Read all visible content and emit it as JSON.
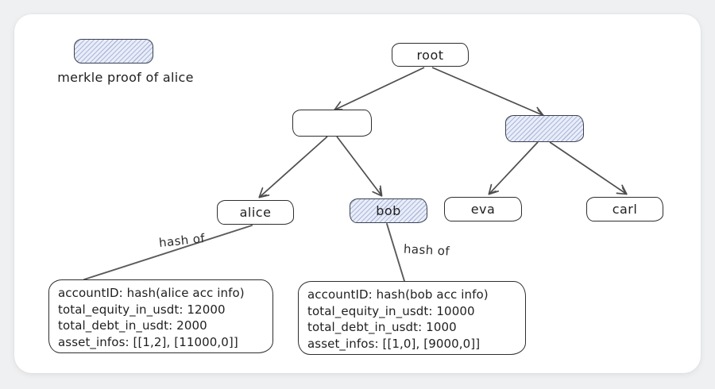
{
  "legend": {
    "label": "merkle proof of alice"
  },
  "tree": {
    "root": {
      "label": "root",
      "highlighted": false
    },
    "internal_left": {
      "label": "",
      "highlighted": false
    },
    "internal_right": {
      "label": "",
      "highlighted": true
    },
    "leaves": {
      "alice": {
        "label": "alice",
        "highlighted": false
      },
      "bob": {
        "label": "bob",
        "highlighted": true
      },
      "eva": {
        "label": "eva",
        "highlighted": false
      },
      "carl": {
        "label": "carl",
        "highlighted": false
      }
    }
  },
  "edge_labels": {
    "alice_hash_of": "hash of",
    "bob_hash_of": "hash of"
  },
  "account_boxes": {
    "alice": {
      "lines": [
        "accountID: hash(alice acc info)",
        "total_equity_in_usdt: 12000",
        "total_debt_in_usdt: 2000",
        "asset_infos: [[1,2], [11000,0]]"
      ]
    },
    "bob": {
      "lines": [
        "accountID: hash(bob acc info)",
        "total_equity_in_usdt: 10000",
        "total_debt_in_usdt: 1000",
        "asset_infos: [[1,0], [9000,0]]"
      ]
    }
  },
  "colors": {
    "page_background": "#eef0f2",
    "card_background": "#ffffff",
    "proof_fill": "#e9edf9",
    "proof_hatch": "#7a8cbe",
    "node_border": "#2e2e2e",
    "arrow_stroke": "#4e4e4e",
    "text": "#1f1f1f"
  }
}
